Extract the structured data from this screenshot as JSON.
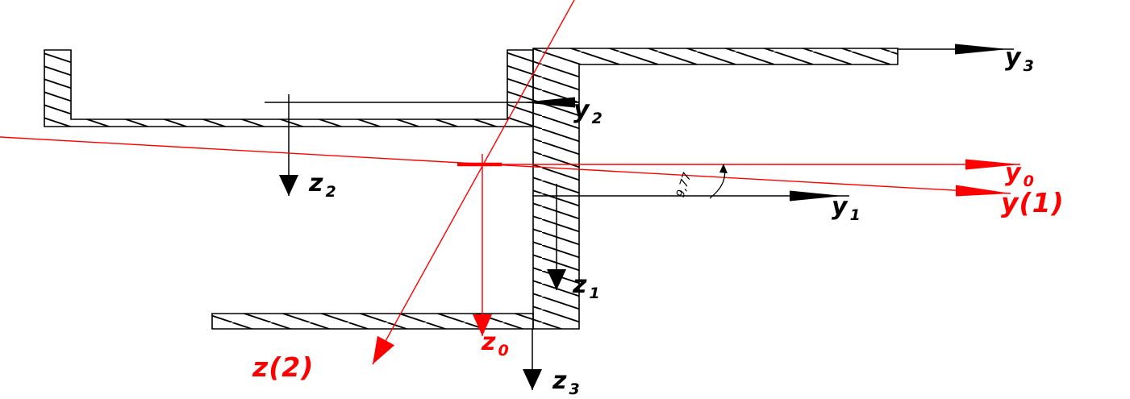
{
  "diagram": {
    "description": "Composite cross-section with element axes and principal central axes",
    "colors": {
      "element_axes": "#000000",
      "central_axes": "#ff0000",
      "background": "#ffffff"
    },
    "labels": {
      "y3": {
        "main": "y",
        "sub": "3"
      },
      "y2": {
        "main": "y",
        "sub": "2"
      },
      "y1": {
        "main": "y",
        "sub": "1"
      },
      "y0": {
        "main": "y",
        "sub": "0"
      },
      "z3": {
        "main": "z",
        "sub": "3"
      },
      "z2": {
        "main": "z",
        "sub": "2"
      },
      "z1": {
        "main": "z",
        "sub": "1"
      },
      "z0": {
        "main": "z",
        "sub": "0"
      },
      "y_principal": {
        "text": "y(1)"
      },
      "z_principal": {
        "text": "z(2)"
      }
    },
    "angle_annotation": {
      "text": "9,77"
    }
  }
}
